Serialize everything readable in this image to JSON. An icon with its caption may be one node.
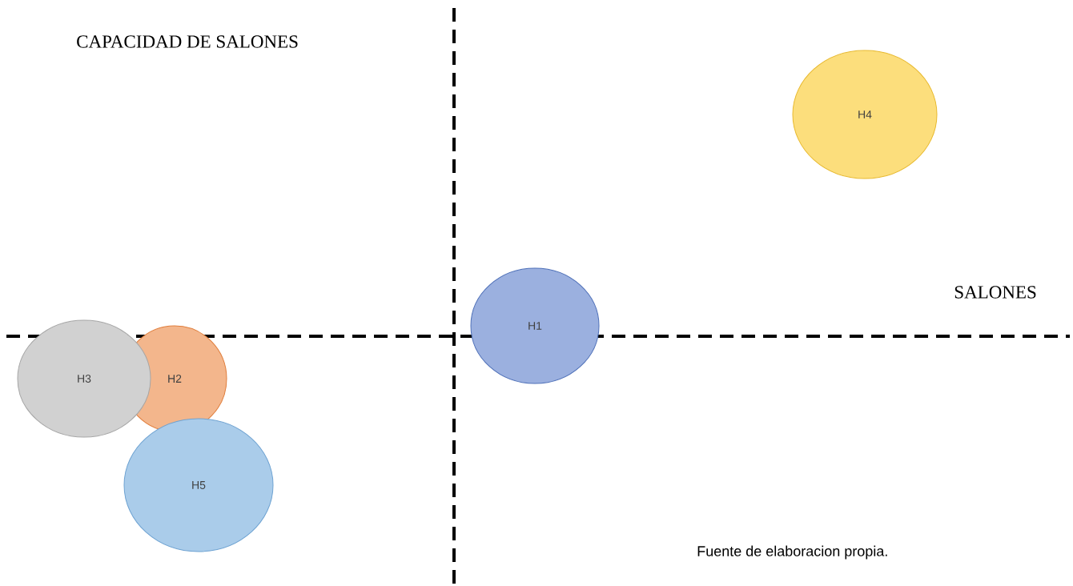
{
  "diagram": {
    "nodes": [
      {
        "text": [
          "H4"
        ]
      },
      {
        "text": [
          "H1"
        ]
      },
      {
        "text": [
          "H3"
        ]
      },
      {
        "text": [
          "H2"
        ]
      },
      {
        "text": [
          "H5"
        ]
      }
    ],
    "labels": [
      "CAPACIDAD DE SALONES",
      "SALONES",
      "Fuente de elaboracion propia."
    ]
  }
}
